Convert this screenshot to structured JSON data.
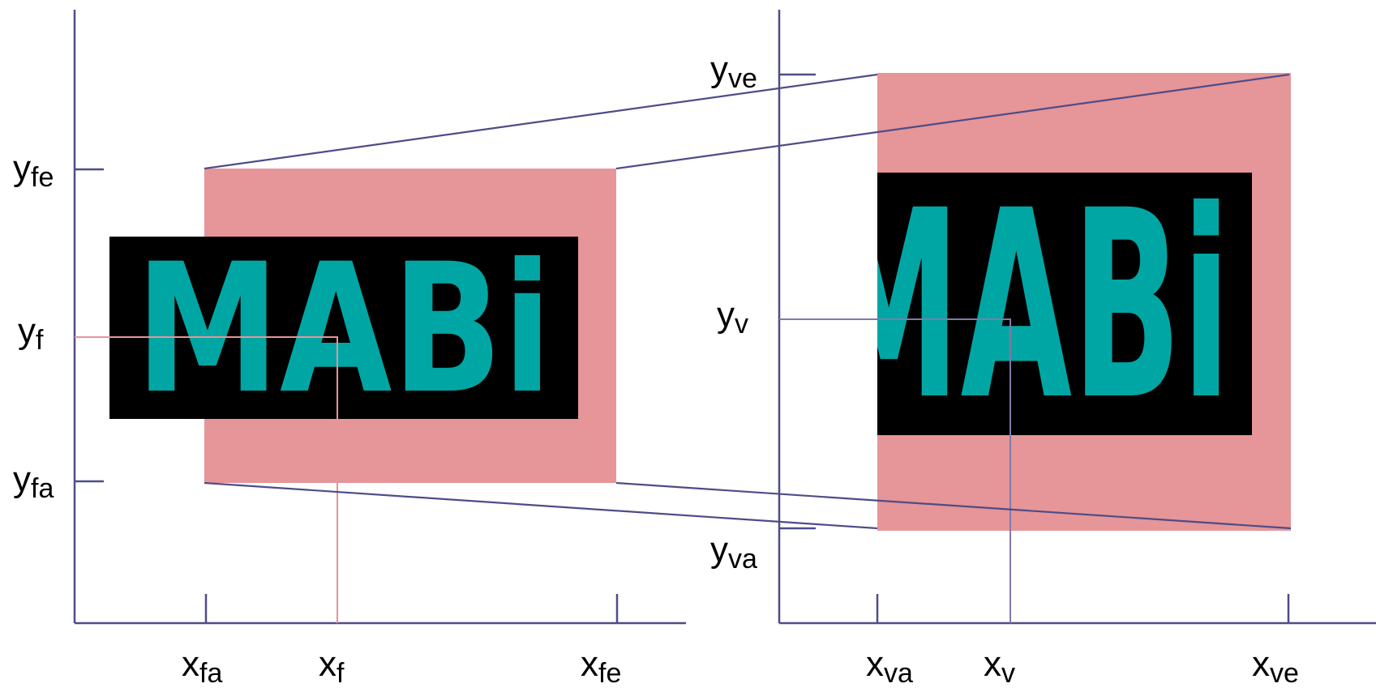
{
  "colors": {
    "axis": "#4e4c88",
    "window_fill": "#e69598",
    "pointer_line": "#e69598",
    "viewport_pointer_line": "#7f7aa8",
    "logo_bg": "#000000",
    "logo_text": "#00a6a4"
  },
  "logo": {
    "text": "MABi"
  },
  "left_panel": {
    "labels": {
      "yfe": {
        "main": "y",
        "sub": "fe"
      },
      "yf": {
        "main": "y",
        "sub": "f"
      },
      "yfa": {
        "main": "y",
        "sub": "fa"
      },
      "xfa": {
        "main": "x",
        "sub": "fa"
      },
      "xf": {
        "main": "x",
        "sub": "f"
      },
      "xfe": {
        "main": "x",
        "sub": "fe"
      }
    }
  },
  "right_panel": {
    "labels": {
      "yve": {
        "main": "y",
        "sub": "ve"
      },
      "yv": {
        "main": "y",
        "sub": "v"
      },
      "yva": {
        "main": "y",
        "sub": "va"
      },
      "xva": {
        "main": "x",
        "sub": "va"
      },
      "xv": {
        "main": "x",
        "sub": "v"
      },
      "xve": {
        "main": "x",
        "sub": "ve"
      }
    }
  }
}
